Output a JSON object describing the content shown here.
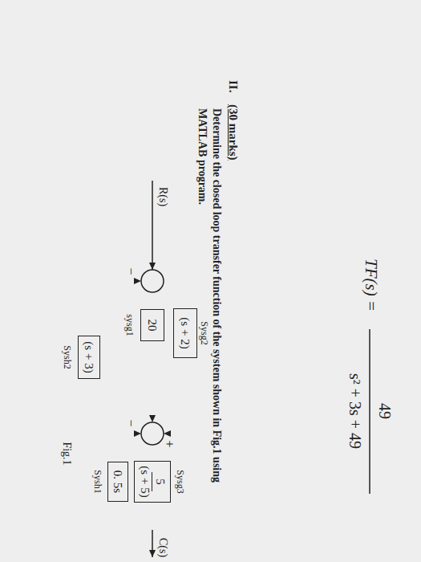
{
  "diagram": {
    "caption": "Fig.1",
    "nodes": [
      {
        "text": [
          "(s + 2)"
        ]
      },
      {
        "text": [
          "20"
        ]
      },
      {
        "text": [
          "5",
          "(s + 5)"
        ]
      },
      {
        "text": [
          "0. 5s"
        ]
      },
      {
        "text": [
          "(s + 3)"
        ]
      }
    ],
    "edges": [
      {
        "from": 0,
        "to": 2,
        "arrow": "to"
      },
      {
        "from": 1,
        "to": 2,
        "arrow": "to"
      },
      {
        "from": 2,
        "to": 3,
        "arrow": "to"
      },
      {
        "from": 3,
        "to": 2,
        "arrow": "to"
      },
      {
        "from": 2,
        "to": 4,
        "arrow": "to"
      },
      {
        "from": 4,
        "to": 1,
        "arrow": "to"
      },
      {
        "from": 4,
        "to": 0,
        "arrow": "to"
      }
    ],
    "labels": [
      "TF(s) =",
      "49",
      "s² + 3s + 49",
      "II.",
      "(30 marks)",
      "Determine the closed loop transfer function of the system shown in Fig.1 using MATLAB program.",
      "Sysg2",
      "R(s)",
      "−",
      "sysg1",
      "+",
      "−",
      "Sysg3",
      "C(s)",
      "Sysh1",
      "Sysh2"
    ]
  }
}
